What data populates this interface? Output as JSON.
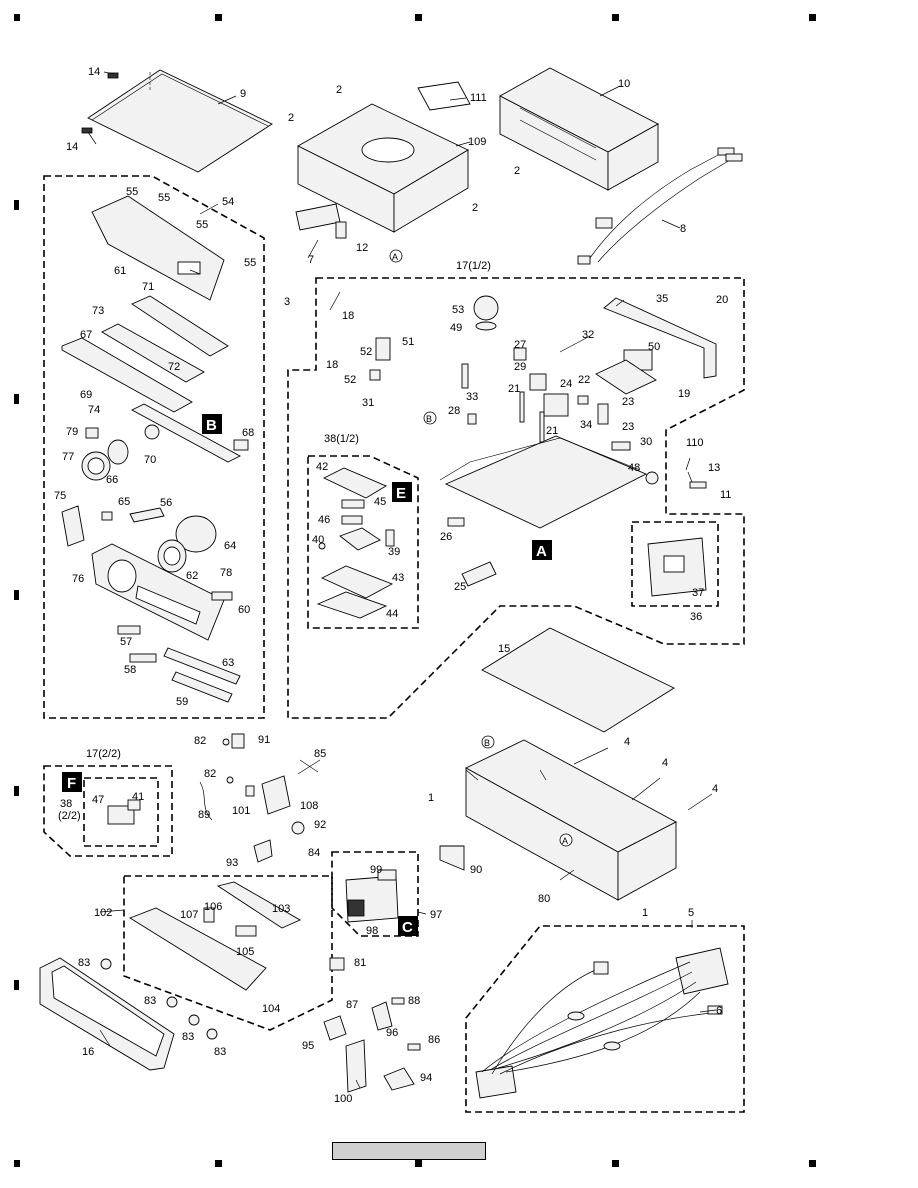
{
  "labels": {
    "p1": "1",
    "p2": "2",
    "p3": "3",
    "p4": "4",
    "p5": "5",
    "p6": "6",
    "p7": "7",
    "p8": "8",
    "p9": "9",
    "p10": "10",
    "p11": "11",
    "p12": "12",
    "p13": "13",
    "p14": "14",
    "p15": "15",
    "p16": "16",
    "p17a": "17(1/2)",
    "p17b": "17(2/2)",
    "p18": "18",
    "p19": "19",
    "p20": "20",
    "p21": "21",
    "p22": "22",
    "p23": "23",
    "p24": "24",
    "p25": "25",
    "p26": "26",
    "p27": "27",
    "p28": "28",
    "p29": "29",
    "p30": "30",
    "p31": "31",
    "p32": "32",
    "p33": "33",
    "p34": "34",
    "p35": "35",
    "p36": "36",
    "p37": "37",
    "p38a": "38(1/2)",
    "p38b": "38",
    "p38c": "(2/2)",
    "p39": "39",
    "p40": "40",
    "p41": "41",
    "p42": "42",
    "p43": "43",
    "p44": "44",
    "p45": "45",
    "p46": "46",
    "p47": "47",
    "p48": "48",
    "p49": "49",
    "p50": "50",
    "p51": "51",
    "p52": "52",
    "p53": "53",
    "p54": "54",
    "p55": "55",
    "p56": "56",
    "p57": "57",
    "p58": "58",
    "p59": "59",
    "p60": "60",
    "p61": "61",
    "p62": "62",
    "p63": "63",
    "p64": "64",
    "p65": "65",
    "p66": "66",
    "p67": "67",
    "p68": "68",
    "p69": "69",
    "p70": "70",
    "p71": "71",
    "p72": "72",
    "p73": "73",
    "p74": "74",
    "p75": "75",
    "p76": "76",
    "p77": "77",
    "p78": "78",
    "p79": "79",
    "p80": "80",
    "p81": "81",
    "p82": "82",
    "p83": "83",
    "p84": "84",
    "p85": "85",
    "p86": "86",
    "p87": "87",
    "p88": "88",
    "p89": "89",
    "p90": "90",
    "p91": "91",
    "p92": "92",
    "p93": "93",
    "p94": "94",
    "p95": "95",
    "p96": "96",
    "p97": "97",
    "p98": "98",
    "p99": "99",
    "p100": "100",
    "p101": "101",
    "p102": "102",
    "p103": "103",
    "p104": "104",
    "p105": "105",
    "p106": "106",
    "p107": "107",
    "p108": "108",
    "p109": "109",
    "p110": "110",
    "p111": "111"
  },
  "section_badges": {
    "A": "A",
    "B": "B",
    "C": "C",
    "E": "E",
    "F": "F"
  },
  "circle_refs": {
    "A": "A",
    "B": "B"
  },
  "colors": {
    "ink": "#000000",
    "paper": "#ffffff",
    "part_fill": "#f2f2f2",
    "footer_bar": "#cfcfcf"
  }
}
